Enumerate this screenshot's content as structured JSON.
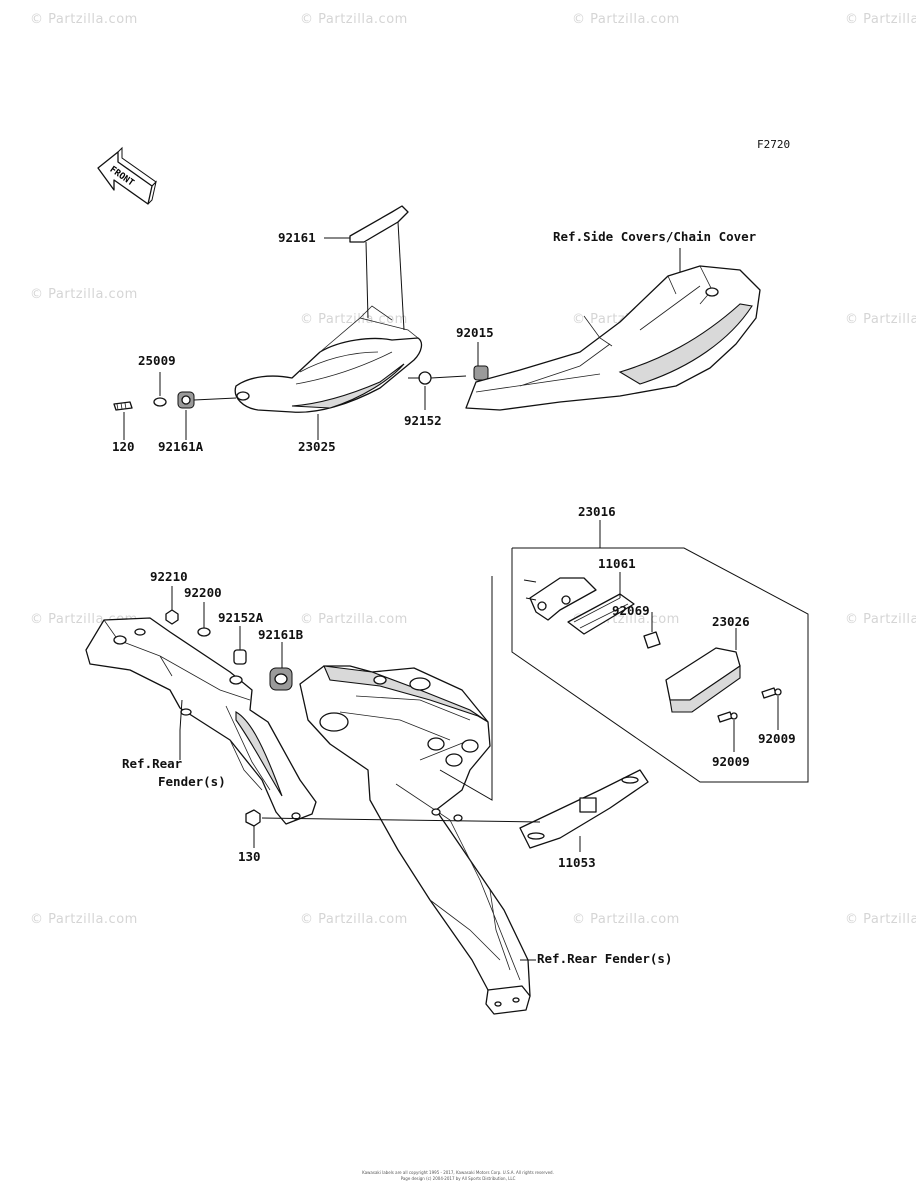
{
  "watermark": "© Partzilla.com",
  "figure_code": "F2720",
  "front_label": "FRONT",
  "labels": {
    "p92161": "92161",
    "ref_side": "Ref.Side Covers/Chain Cover",
    "p92015": "92015",
    "p25009": "25009",
    "p120": "120",
    "p92161A": "92161A",
    "p23025": "23025",
    "p92152": "92152",
    "p23016": "23016",
    "p11061": "11061",
    "p92210": "92210",
    "p92200": "92200",
    "p92152A": "92152A",
    "p92161B": "92161B",
    "p92069": "92069",
    "p23026": "23026",
    "ref_rear_1a": "Ref.Rear",
    "ref_rear_1b": "Fender(s)",
    "p92009a": "92009",
    "p92009b": "92009",
    "p130": "130",
    "p11053": "11053",
    "ref_rear_2": "Ref.Rear Fender(s)"
  },
  "footer": {
    "line1": "Kawasaki labels are all copyright 1995 - 2017, Kawasaki Motors Corp. U.S.A. All rights reserved.",
    "line2": "Page design (c) 2004-2017 by All Sports Distribution, LLC"
  }
}
